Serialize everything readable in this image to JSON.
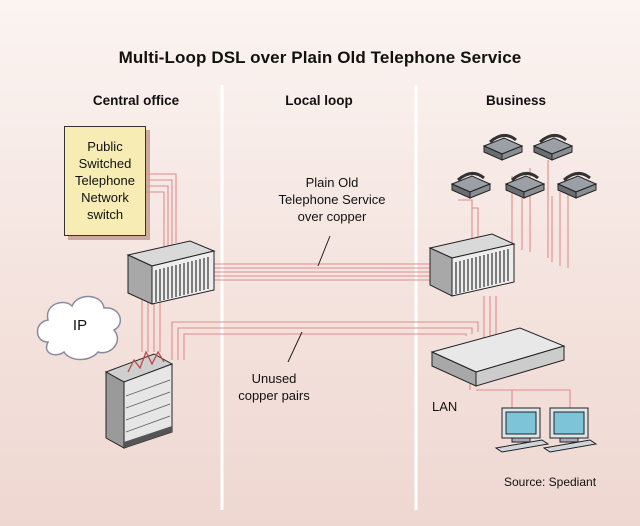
{
  "title": "Multi-Loop DSL over Plain Old Telephone Service",
  "columns": {
    "central": "Central office",
    "loop": "Local loop",
    "business": "Business"
  },
  "pstn_label": [
    "Public",
    "Switched",
    "Telephone",
    "Network",
    "switch"
  ],
  "ip_label": "IP",
  "pots_label": [
    "Plain Old",
    "Telephone Service",
    "over copper"
  ],
  "unused_label": [
    "Unused",
    "copper pairs"
  ],
  "lan_label": "LAN",
  "source": "Source: Spediant",
  "colors": {
    "line": "#e08c8c",
    "divider": "#ffffff",
    "box": "#f6ecb4"
  }
}
